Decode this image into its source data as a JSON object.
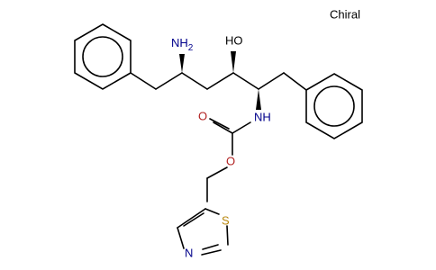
{
  "molecule": {
    "chirality_note": "Chiral",
    "atoms": {
      "amine": {
        "text": "NH2",
        "main": "NH",
        "sub": "2",
        "color": "#00008B"
      },
      "hydroxyl": {
        "text": "HO",
        "color": "#000000"
      },
      "carbamate_nh": {
        "text": "NH",
        "color": "#00008B"
      },
      "carbonyl_o": {
        "text": "O",
        "color": "#B22222"
      },
      "ester_o": {
        "text": "O",
        "color": "#B22222"
      },
      "thiazole_s": {
        "text": "S",
        "color": "#B8860B"
      },
      "thiazole_n": {
        "text": "N",
        "color": "#00008B"
      }
    }
  }
}
